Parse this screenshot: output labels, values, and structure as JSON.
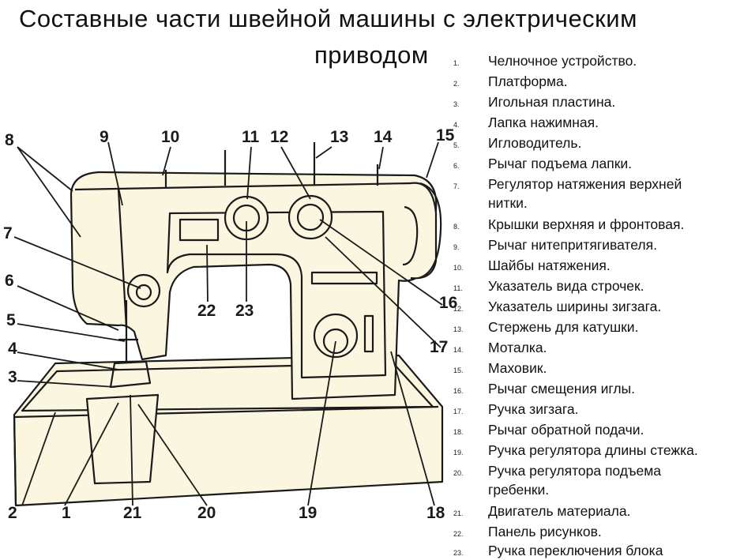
{
  "title": {
    "line1": "Составные части швейной машины с электрическим",
    "line2": "приводом"
  },
  "parts": [
    {
      "num": "1.",
      "text": "Челночное устройство."
    },
    {
      "num": "2.",
      "text": "Платформа."
    },
    {
      "num": "3.",
      "text": "Игольная пластина."
    },
    {
      "num": "4.",
      "text": "Лапка нажимная."
    },
    {
      "num": "5.",
      "text": "Игловодитель."
    },
    {
      "num": "6.",
      "text": "Рычаг подъема лапки."
    },
    {
      "num": "7.",
      "text": "Регулятор натяжения верхней",
      "text2": "нитки."
    },
    {
      "num": "8.",
      "text": "Крышки верхняя и фронтовая."
    },
    {
      "num": "9.",
      "text": "Рычаг нитепритягивателя."
    },
    {
      "num": "10.",
      "text": "Шайбы натяжения."
    },
    {
      "num": "11.",
      "text": "Указатель вида строчек."
    },
    {
      "num": "12.",
      "text": "Указатель ширины зигзага."
    },
    {
      "num": "13.",
      "text": "Стержень для катушки."
    },
    {
      "num": "14.",
      "text": "Моталка."
    },
    {
      "num": "15.",
      "text": "Маховик."
    },
    {
      "num": "16.",
      "text": "Рычаг смещения иглы."
    },
    {
      "num": "17.",
      "text": "Ручка зигзага."
    },
    {
      "num": "18.",
      "text": "Рычаг обратной подачи."
    },
    {
      "num": "19.",
      "text": "Ручка регулятора длины стежка."
    },
    {
      "num": "20.",
      "text": "Ручка регулятора подъема",
      "text2": "гребенки."
    },
    {
      "num": "21.",
      "text": "Двигатель материала."
    },
    {
      "num": "22.",
      "text": "Панель рисунков."
    },
    {
      "num": "23.",
      "text": "Ручка переключения блока"
    }
  ],
  "callouts": [
    "8",
    "9",
    "10",
    "11",
    "12",
    "13",
    "14",
    "15",
    "7",
    "6",
    "5",
    "4",
    "3",
    "22",
    "23",
    "16",
    "17",
    "2",
    "1",
    "21",
    "20",
    "19",
    "18"
  ],
  "colors": {
    "line": "#1a1a1a",
    "machine_fill": "#fbf6df",
    "text": "#111111"
  }
}
